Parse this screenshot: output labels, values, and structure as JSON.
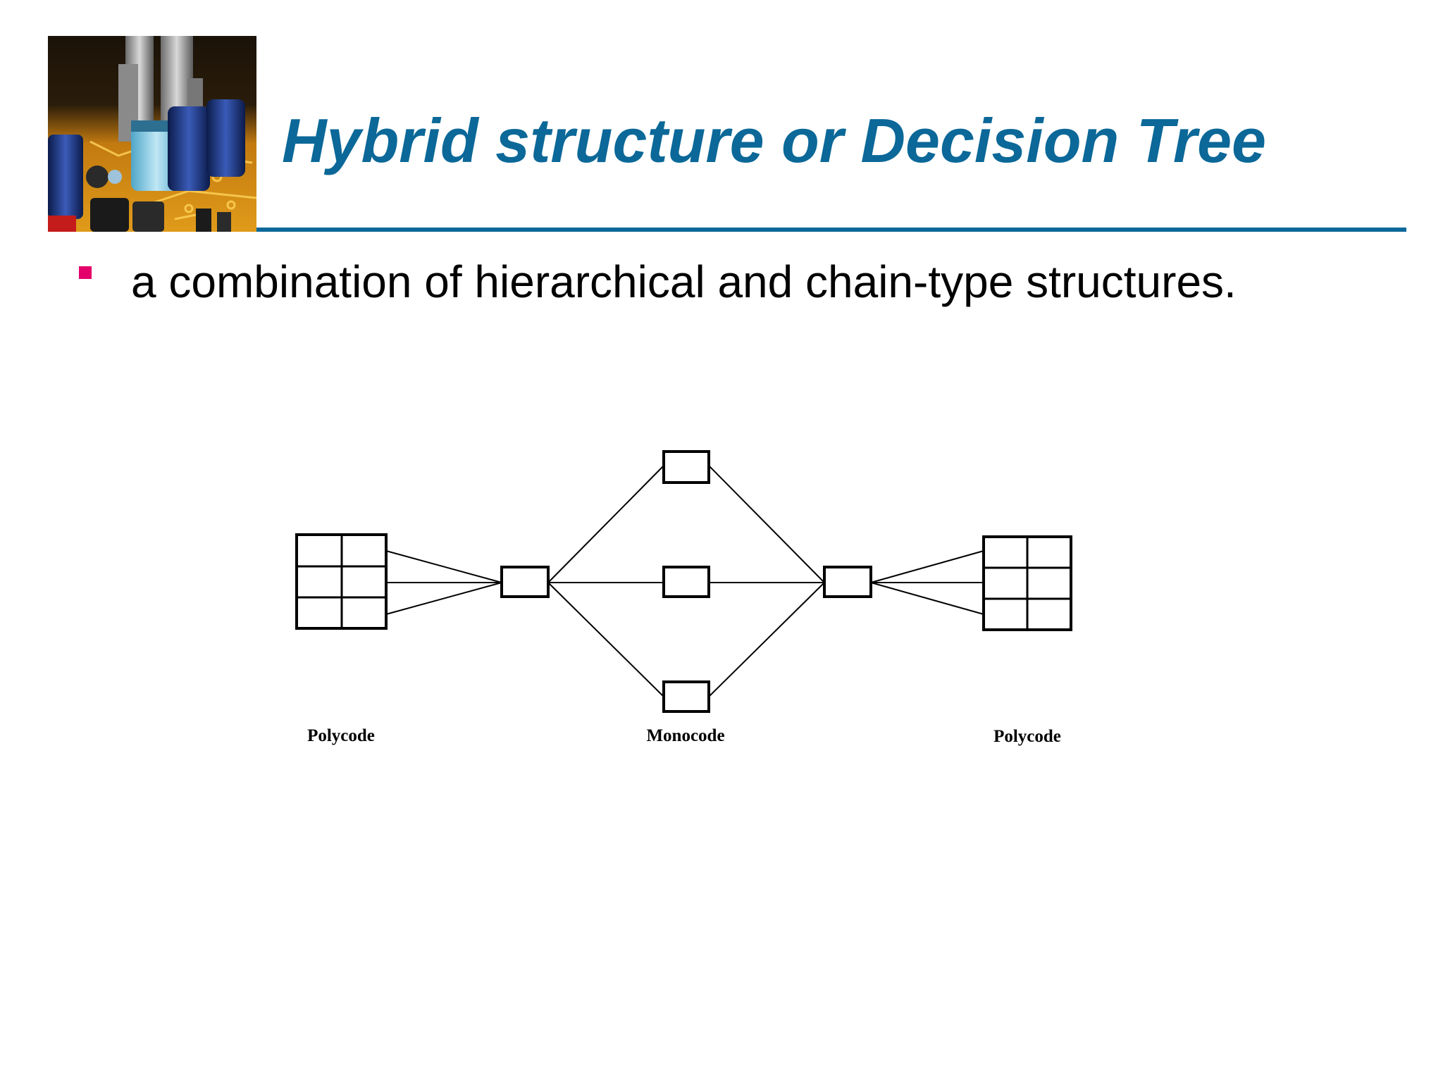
{
  "slide": {
    "title": "Hybrid structure or Decision Tree",
    "bullets": [
      "a combination of hierarchical and chain-type structures."
    ]
  },
  "colors": {
    "title": "#0b6898",
    "rule": "#0b6898",
    "bullet_marker": "#e4006b",
    "text": "#000000"
  },
  "header_image": {
    "icon": "circuit-board-photo"
  },
  "diagram": {
    "labels": {
      "left": "Polycode",
      "center": "Monocode",
      "right": "Polycode"
    }
  }
}
